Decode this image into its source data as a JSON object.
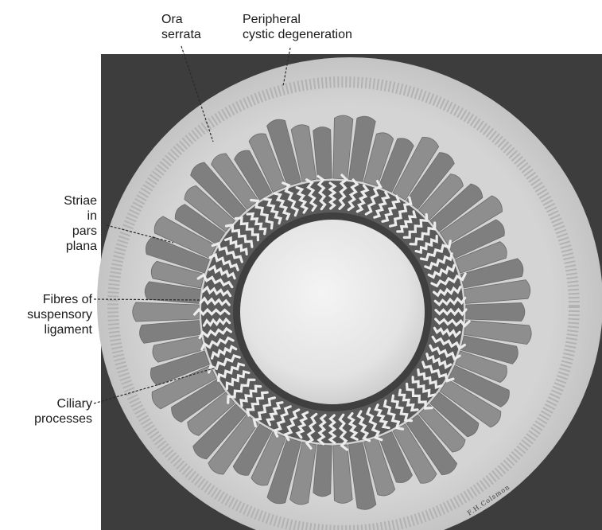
{
  "labels": {
    "ora_serrata": "Ora\nserrata",
    "peripheral_cystic_degeneration": "Peripheral\ncystic degeneration",
    "striae_in_pars_plana": "Striae\nin\npars\nplana",
    "fibres_of_suspensory_ligament": "Fibres of\nsuspensory\nligament",
    "ciliary_processes": "Ciliary\nprocesses"
  },
  "signature": "F.H.Colsmon",
  "colors": {
    "background_panel": "#3d3d3d",
    "outer_ring": "#cfcfcf",
    "pars_plana": "#8a8a8a",
    "ciliary_band": "#4a4a4a",
    "processes": "#e8e8e8",
    "lens": "#e6e6e6",
    "leader_lines": "#2a2a2a"
  }
}
